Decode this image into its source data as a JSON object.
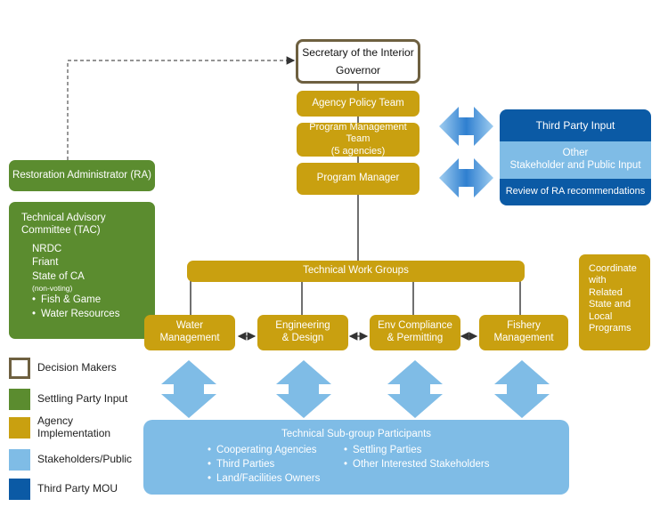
{
  "top": {
    "line1": "Secretary of the Interior",
    "line2": "Governor"
  },
  "agency_policy_team": "Agency Policy Team",
  "program_management_team": {
    "line1": "Program Management Team",
    "line2": "(5 agencies)"
  },
  "program_manager": "Program Manager",
  "third_party_panel": {
    "input": "Third Party Input",
    "other_line1": "Other",
    "other_line2": "Stakeholder and Public Input",
    "review": "Review of RA recommendations"
  },
  "restoration_administrator": "Restoration Administrator (RA)",
  "tac": {
    "title_line1": "Technical Advisory",
    "title_line2": "Committee (TAC)",
    "members": [
      "NRDC",
      "Friant",
      "State of CA"
    ],
    "non_voting": "(non-voting)",
    "bullets": [
      "Fish & Game",
      "Water Resources"
    ]
  },
  "technical_work_groups": "Technical Work Groups",
  "work_groups": [
    {
      "line1": "Water",
      "line2": "Management"
    },
    {
      "line1": "Engineering",
      "line2": "& Design"
    },
    {
      "line1": "Env Compliance",
      "line2": "& Permitting"
    },
    {
      "line1": "Fishery",
      "line2": "Management"
    }
  ],
  "coordinate": [
    "Coordinate",
    "with",
    "Related",
    "State and",
    "Local",
    "Programs"
  ],
  "subgroup": {
    "title": "Technical Sub-group Participants",
    "col1": [
      "Cooperating Agencies",
      "Third Parties",
      "Land/Facilities Owners"
    ],
    "col2": [
      "Settling Parties",
      "Other Interested Stakeholders"
    ]
  },
  "legend": [
    {
      "label_line1": "Decision Makers",
      "label_line2": "",
      "color": "#ffffff",
      "border": "#6e6040"
    },
    {
      "label_line1": "Settling Party Input",
      "label_line2": "",
      "color": "#5b8c2f",
      "border": "#5b8c2f"
    },
    {
      "label_line1": "Agency",
      "label_line2": "Implementation",
      "color": "#c9a010",
      "border": "#c9a010"
    },
    {
      "label_line1": "Stakeholders/Public",
      "label_line2": "",
      "color": "#7fbce6",
      "border": "#7fbce6"
    },
    {
      "label_line1": "Third Party MOU",
      "label_line2": "",
      "color": "#0b5aa5",
      "border": "#0b5aa5"
    }
  ],
  "colors": {
    "gold": "#c9a010",
    "green": "#5b8c2f",
    "light_blue": "#7fbce6",
    "dark_blue": "#0b5aa5",
    "decision_border": "#6e6040"
  }
}
